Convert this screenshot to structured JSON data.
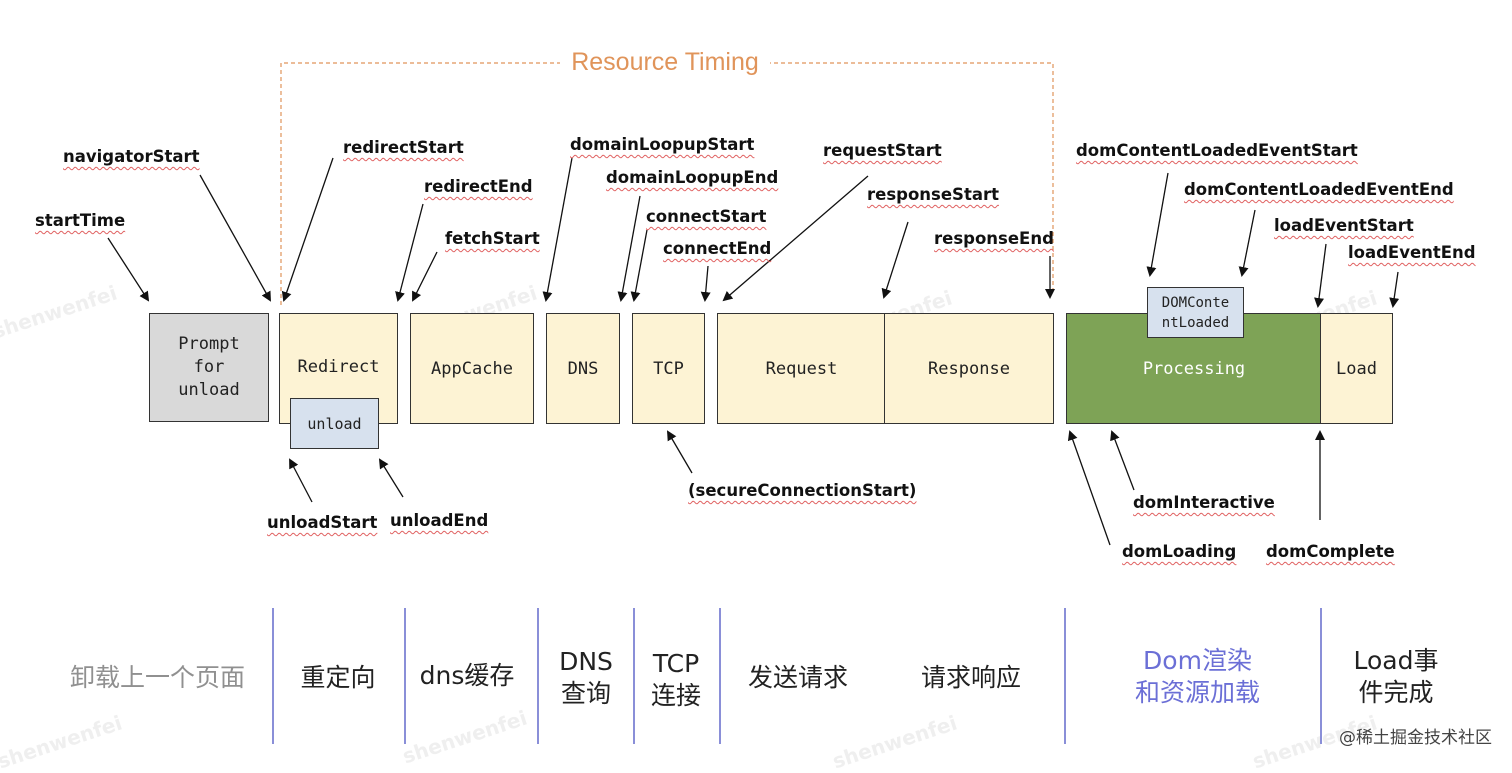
{
  "title": "Resource Timing",
  "watermark": "shenwenfei",
  "credit": "@稀土掘金技术社区",
  "colors": {
    "cream": "#fdf3d4",
    "grey": "#d9d9d9",
    "blue": "#d7e1ee",
    "green": "#7ea356",
    "title": "#e0945a",
    "phase_highlight": "#6b6fd6"
  },
  "boxes": {
    "prompt": "Prompt\nfor\nunload",
    "redirect": "Redirect",
    "unload": "unload",
    "appcache": "AppCache",
    "dns": "DNS",
    "tcp": "TCP",
    "request": "Request",
    "response": "Response",
    "processing": "Processing",
    "domcontentloaded": "DOMConte\nntLoaded",
    "load": "Load"
  },
  "events": {
    "navigatorStart": "navigatorStart",
    "startTime": "startTime",
    "redirectStart": "redirectStart",
    "redirectEnd": "redirectEnd",
    "fetchStart": "fetchStart",
    "domainLoopupStart": "domainLoopupStart",
    "domainLoopupEnd": "domainLoopupEnd",
    "connectStart": "connectStart",
    "connectEnd": "connectEnd",
    "requestStart": "requestStart",
    "responseStart": "responseStart",
    "responseEnd": "responseEnd",
    "domContentLoadedEventStart": "domContentLoadedEventStart",
    "domContentLoadedEventEnd": "domContentLoadedEventEnd",
    "loadEventStart": "loadEventStart",
    "loadEventEnd": "loadEventEnd",
    "unloadStart": "unloadStart",
    "unloadEnd": "unloadEnd",
    "secureConnectionStart": "(secureConnectionStart)",
    "domInteractive": "domInteractive",
    "domLoading": "domLoading",
    "domComplete": "domComplete"
  },
  "phases": {
    "unload_page": "卸载上一个页面",
    "redirect": "重定向",
    "dns_cache": "dns缓存",
    "dns_query": "DNS\n查询",
    "tcp_connect": "TCP\n连接",
    "send_request": "发送请求",
    "request_response": "请求响应",
    "dom_render": "Dom渲染\n和资源加载",
    "load_complete": "Load事\n件完成"
  }
}
